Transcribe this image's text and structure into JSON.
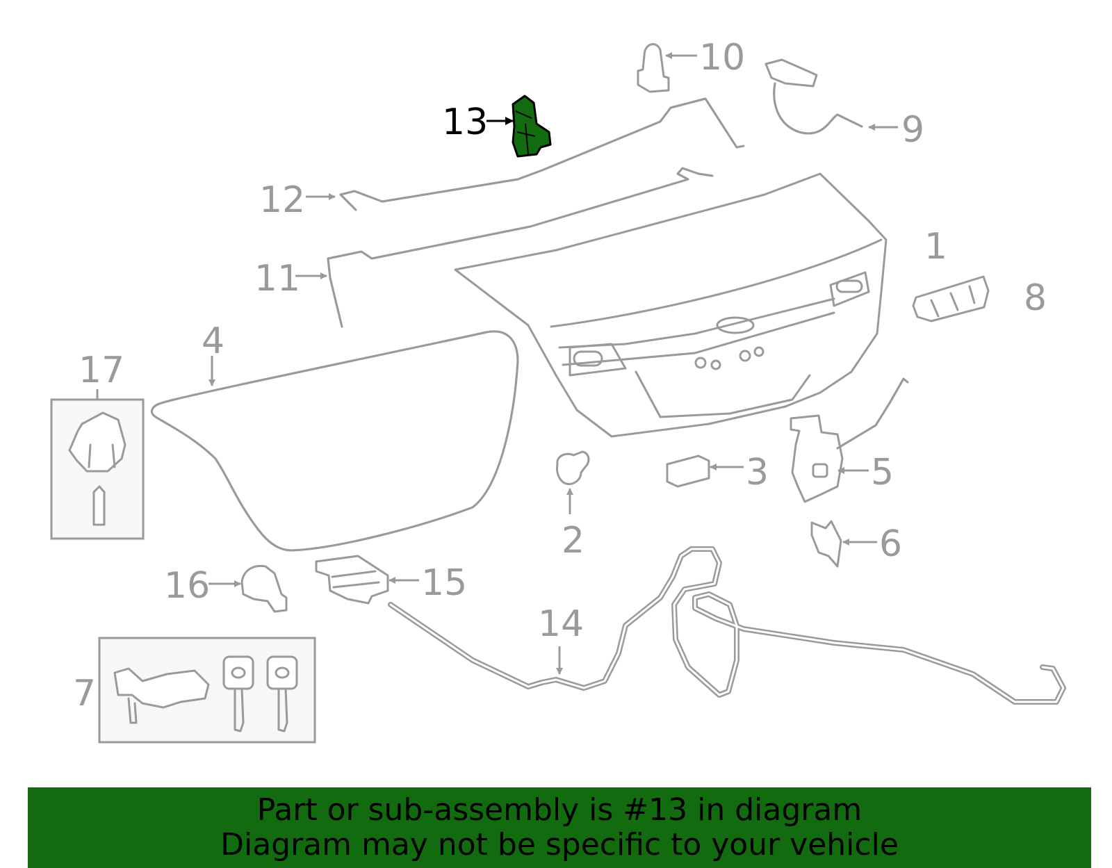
{
  "diagram": {
    "highlighted_part": "13",
    "highlight_color": "#136b10",
    "line_color": "#9a9a9a",
    "callouts": [
      "1",
      "2",
      "3",
      "4",
      "5",
      "6",
      "7",
      "8",
      "9",
      "10",
      "11",
      "12",
      "13",
      "14",
      "15",
      "16",
      "17"
    ]
  },
  "banner": {
    "line1": "Part or sub-assembly is #13 in diagram",
    "line2": "Diagram may not be specific to your vehicle",
    "background_color": "#136b10"
  }
}
